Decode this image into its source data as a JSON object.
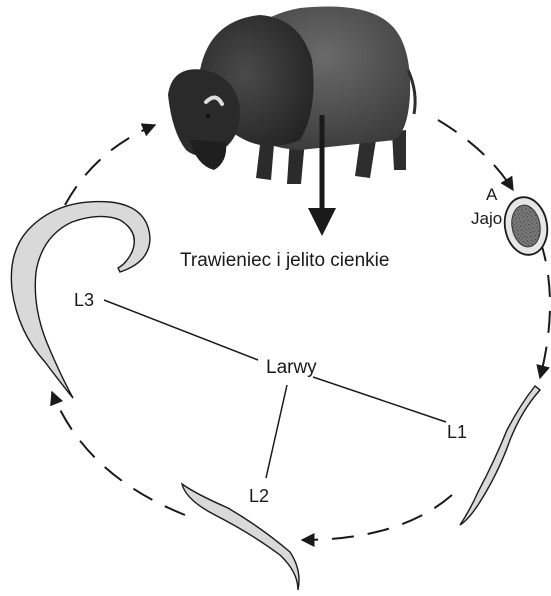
{
  "diagram": {
    "host_label": "Trawieniec i jelito cienkie",
    "egg": {
      "letter": "A",
      "label": "Jajo"
    },
    "larvae_label": "Larwy",
    "stages": {
      "l1": "L1",
      "l2": "L2",
      "l3": "L3"
    },
    "icons": {
      "host": "bison-icon",
      "egg": "egg-icon",
      "larva_l1": "larva-l1-icon",
      "larva_l2": "larva-l2-icon",
      "larva_l3": "larva-l3-icon"
    }
  }
}
